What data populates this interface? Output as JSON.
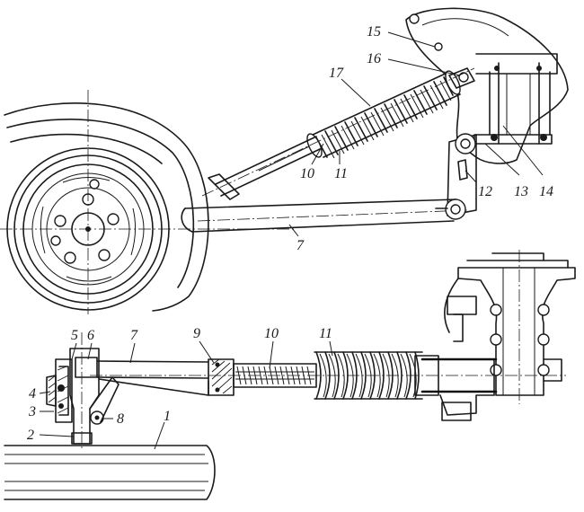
{
  "callouts": {
    "c1": "1",
    "c2": "2",
    "c3": "3",
    "c4": "4",
    "c5": "5",
    "c6": "6",
    "c7_top": "7",
    "c7_bottom": "7",
    "c8": "8",
    "c9": "9",
    "c10_top": "10",
    "c10_bottom": "10",
    "c11_top": "11",
    "c11_bottom": "11",
    "c12": "12",
    "c13": "13",
    "c14": "14",
    "c15": "15",
    "c16": "16",
    "c17": "17"
  }
}
